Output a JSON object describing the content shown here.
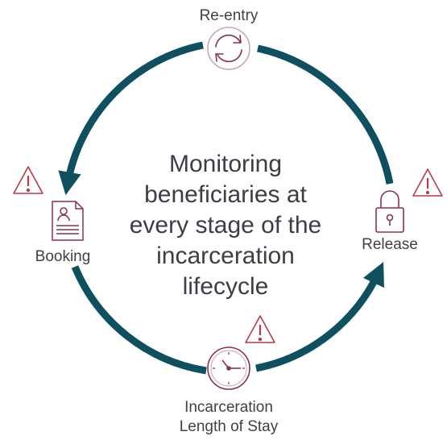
{
  "center_text": [
    "Monitoring",
    "beneficiaries at",
    "every stage of the",
    "incarceration",
    "lifecycle"
  ],
  "stages": {
    "reentry": {
      "label": "Re-entry",
      "icon": "refresh-icon"
    },
    "release": {
      "label": "Release",
      "icon": "lock-icon"
    },
    "stay": {
      "label_lines": [
        "Incarceration",
        "Length of Stay"
      ],
      "icon": "clock-icon"
    },
    "booking": {
      "label": "Booking",
      "icon": "document-icon"
    }
  },
  "colors": {
    "cycle": "#0e4f60",
    "icon": "#8a2f52",
    "warning": "#b83a4a",
    "text": "#3f3f46"
  }
}
